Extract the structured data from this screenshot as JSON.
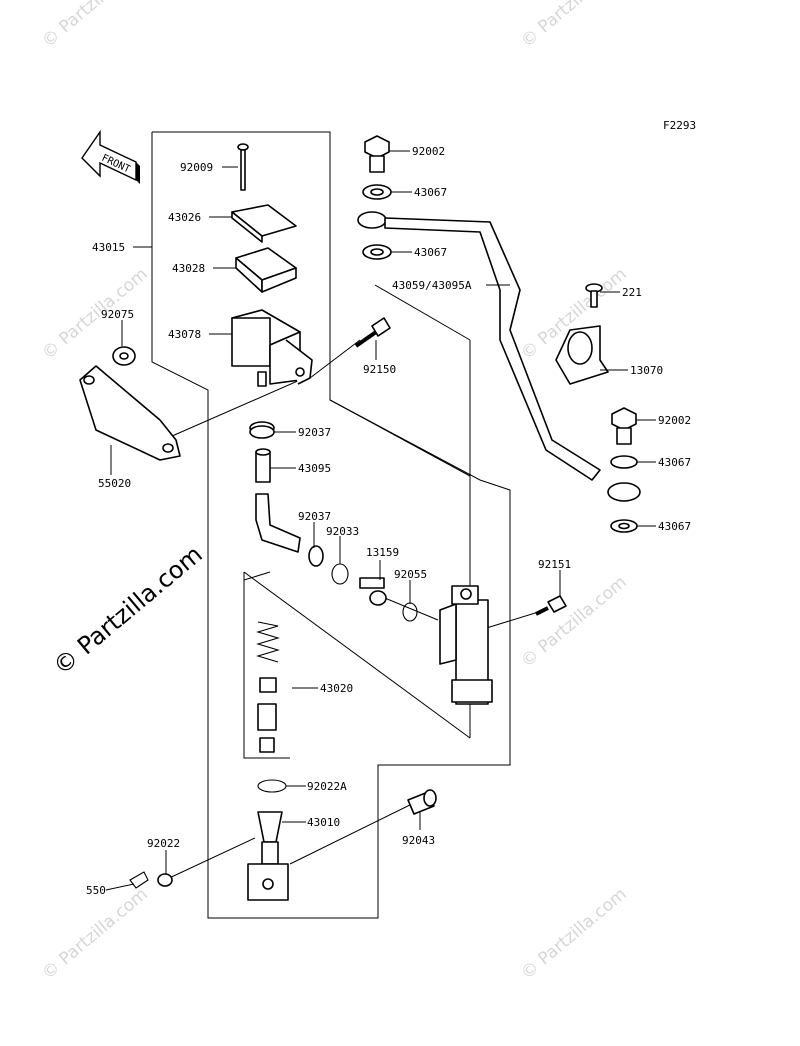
{
  "figure_code": "F2293",
  "front_arrow_label": "FRONT",
  "watermark_text": "© Partzilla.com",
  "part_labels": {
    "p92009": "92009",
    "p43026": "43026",
    "p43028": "43028",
    "p43015": "43015",
    "p43078": "43078",
    "p92075": "92075",
    "p55020": "55020",
    "p92150": "92150",
    "p92037a": "92037",
    "p43095": "43095",
    "p92037b": "92037",
    "p92033": "92033",
    "p13159": "13159",
    "p92055": "92055",
    "p92151": "92151",
    "p43020": "43020",
    "p92022A": "92022A",
    "p43010": "43010",
    "p92022": "92022",
    "p92043": "92043",
    "p550": "550",
    "p92002a": "92002",
    "p43067a": "43067",
    "p43067b": "43067",
    "p43059": "43059/43095A",
    "p221": "221",
    "p13070": "13070",
    "p92002b": "92002",
    "p43067c": "43067",
    "p43067d": "43067"
  }
}
